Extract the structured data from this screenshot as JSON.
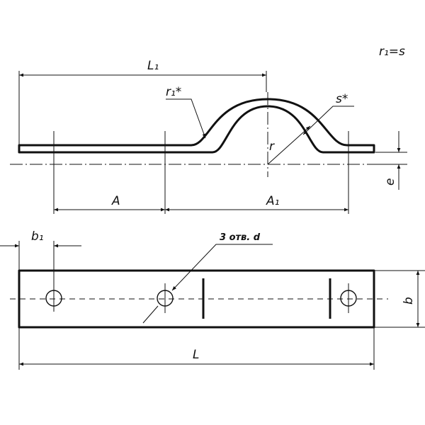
{
  "labels": {
    "formula": "r₁=s",
    "L1": "L₁",
    "r1_star": "r₁*",
    "s_star": "s*",
    "r": "r",
    "e": "e",
    "A": "A",
    "A1": "A₁",
    "b1": "b₁",
    "holes": "3 отв. d",
    "b": "b",
    "L": "L"
  }
}
